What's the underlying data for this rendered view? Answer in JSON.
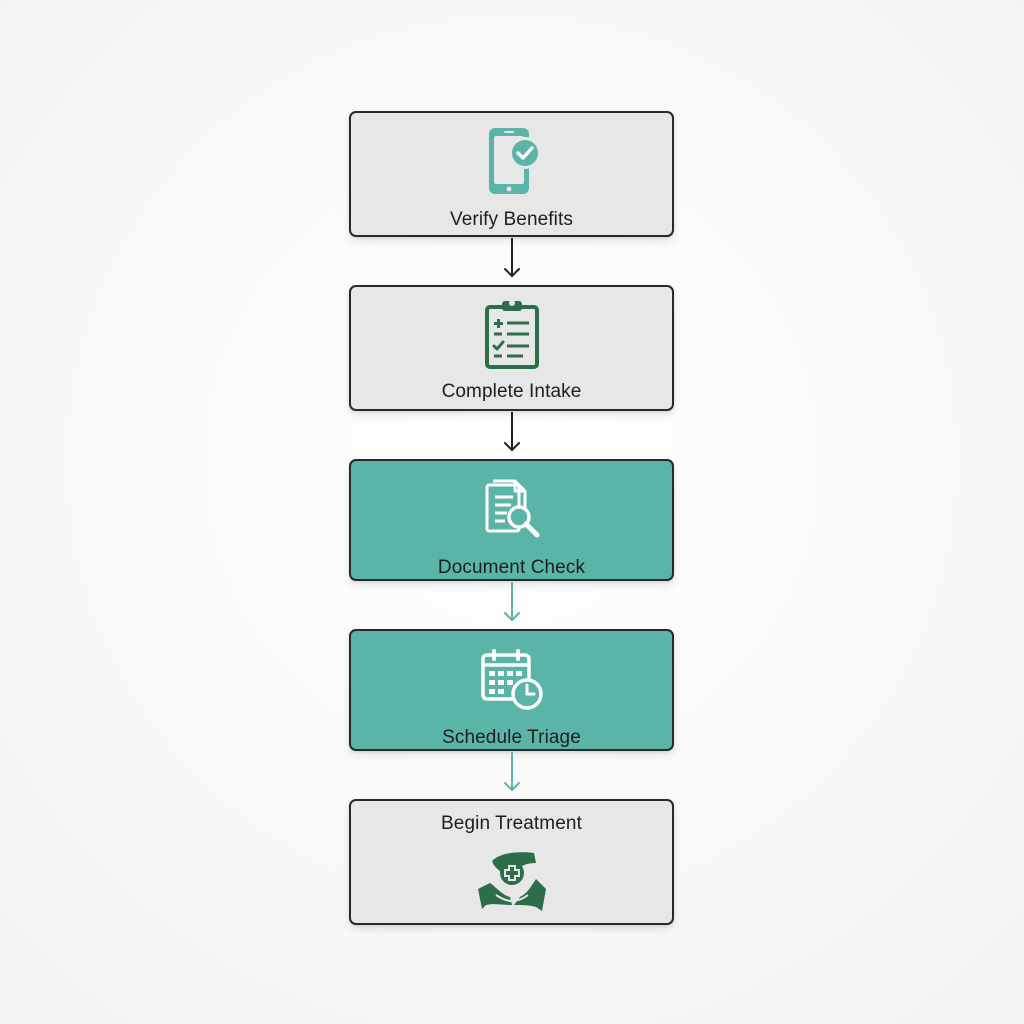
{
  "steps": [
    {
      "id": "verify",
      "label": "Verify Benefits",
      "icon": "smartphone-check-icon",
      "style": "light"
    },
    {
      "id": "intake",
      "label": "Complete Intake",
      "icon": "clipboard-checklist-icon",
      "style": "light"
    },
    {
      "id": "docs",
      "label": "Document Check",
      "icon": "document-search-icon",
      "style": "teal"
    },
    {
      "id": "schedule",
      "label": "Schedule Triage",
      "icon": "calendar-clock-icon",
      "style": "teal"
    },
    {
      "id": "treatment",
      "label": "Begin Treatment",
      "icon": "hands-care-icon",
      "style": "light"
    }
  ],
  "colors": {
    "teal_fill": "#5ab4a8",
    "light_fill": "#e6e7e6",
    "dark_green": "#2b6e48",
    "border": "#262a29",
    "dark_arrow": "#1e2221",
    "teal_arrow": "#5ab4a8"
  }
}
